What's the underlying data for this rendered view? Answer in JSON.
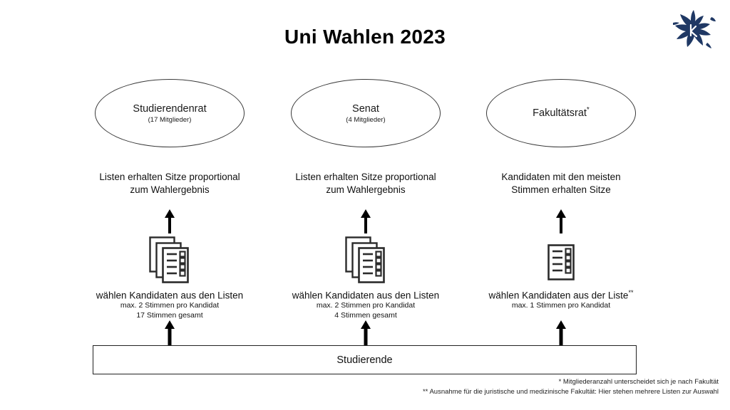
{
  "page": {
    "title": "Uni Wahlen 2023",
    "logo_icon": "cornflower-logo-icon",
    "logo_color": "#1f3864",
    "background": "#ffffff"
  },
  "columns": [
    {
      "body_name": "Studierendenrat",
      "body_members": "(17 Mitglieder)",
      "body_superscript": "",
      "rule_line1": "Listen erhalten Sitze proportional",
      "rule_line2": "zum Wahlergebnis",
      "ballot_icon": "ballot-stack-icon",
      "ballot_count": 3,
      "vote_main": "wählen Kandidaten aus den Listen",
      "vote_main_superscript": "",
      "vote_sub1": "max. 2 Stimmen pro Kandidat",
      "vote_sub2": "17 Stimmen gesamt"
    },
    {
      "body_name": "Senat",
      "body_members": "(4 Mitglieder)",
      "body_superscript": "",
      "rule_line1": "Listen erhalten Sitze proportional",
      "rule_line2": "zum Wahlergebnis",
      "ballot_icon": "ballot-stack-icon",
      "ballot_count": 3,
      "vote_main": "wählen Kandidaten aus den Listen",
      "vote_main_superscript": "",
      "vote_sub1": "max. 2 Stimmen pro Kandidat",
      "vote_sub2": "4 Stimmen gesamt"
    },
    {
      "body_name": "Fakultätsrat",
      "body_members": "",
      "body_superscript": "*",
      "rule_line1": "Kandidaten mit den meisten",
      "rule_line2": "Stimmen erhalten Sitze",
      "ballot_icon": "ballot-single-icon",
      "ballot_count": 1,
      "vote_main": "wählen Kandidaten aus der Liste",
      "vote_main_superscript": "**",
      "vote_sub1": "max. 1 Stimmen pro Kandidat",
      "vote_sub2": ""
    }
  ],
  "base": {
    "label": "Studierende"
  },
  "footnotes": [
    "* Mitgliederanzahl unterscheidet sich je nach Fakultät",
    "** Ausnahme für die juristische und medizinische Fakultät: Hier stehen mehrere Listen zur Auswahl"
  ]
}
